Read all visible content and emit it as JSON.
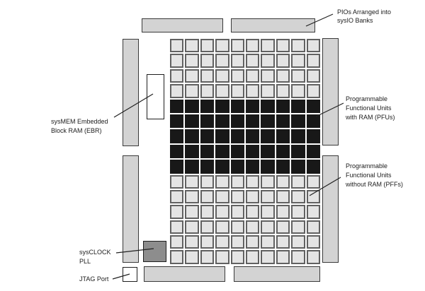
{
  "figure": {
    "type": "fpga-architecture-block-diagram",
    "background": "#ffffff"
  },
  "annotations": {
    "pio_banks": {
      "text": "PIOs Arranged into\nsysIO Banks"
    },
    "pfu": {
      "text": "Programmable\nFunctional Units\nwith RAM (PFUs)"
    },
    "pff": {
      "text": "Programmable\nFunctional Units\nwithout RAM (PFFs)"
    },
    "ebr": {
      "text": "sysMEM Embedded\nBlock RAM (EBR)"
    },
    "pll": {
      "text": "sysCLOCK\nPLL"
    },
    "jtag": {
      "text": "JTAG Port"
    }
  },
  "grid": {
    "cols": 10,
    "rows": 15,
    "dark_rows": [
      4,
      5,
      6,
      7,
      8
    ]
  },
  "colors": {
    "io_bar_fill": "#d3d3d3",
    "light_cell_fill": "#e4e4e4",
    "light_cell_border": "#616161",
    "dark_cell_fill": "#181818",
    "pll_fill": "#8d8d8d",
    "ebr_fill": "#ffffff",
    "outline": "#1e1e1e"
  }
}
